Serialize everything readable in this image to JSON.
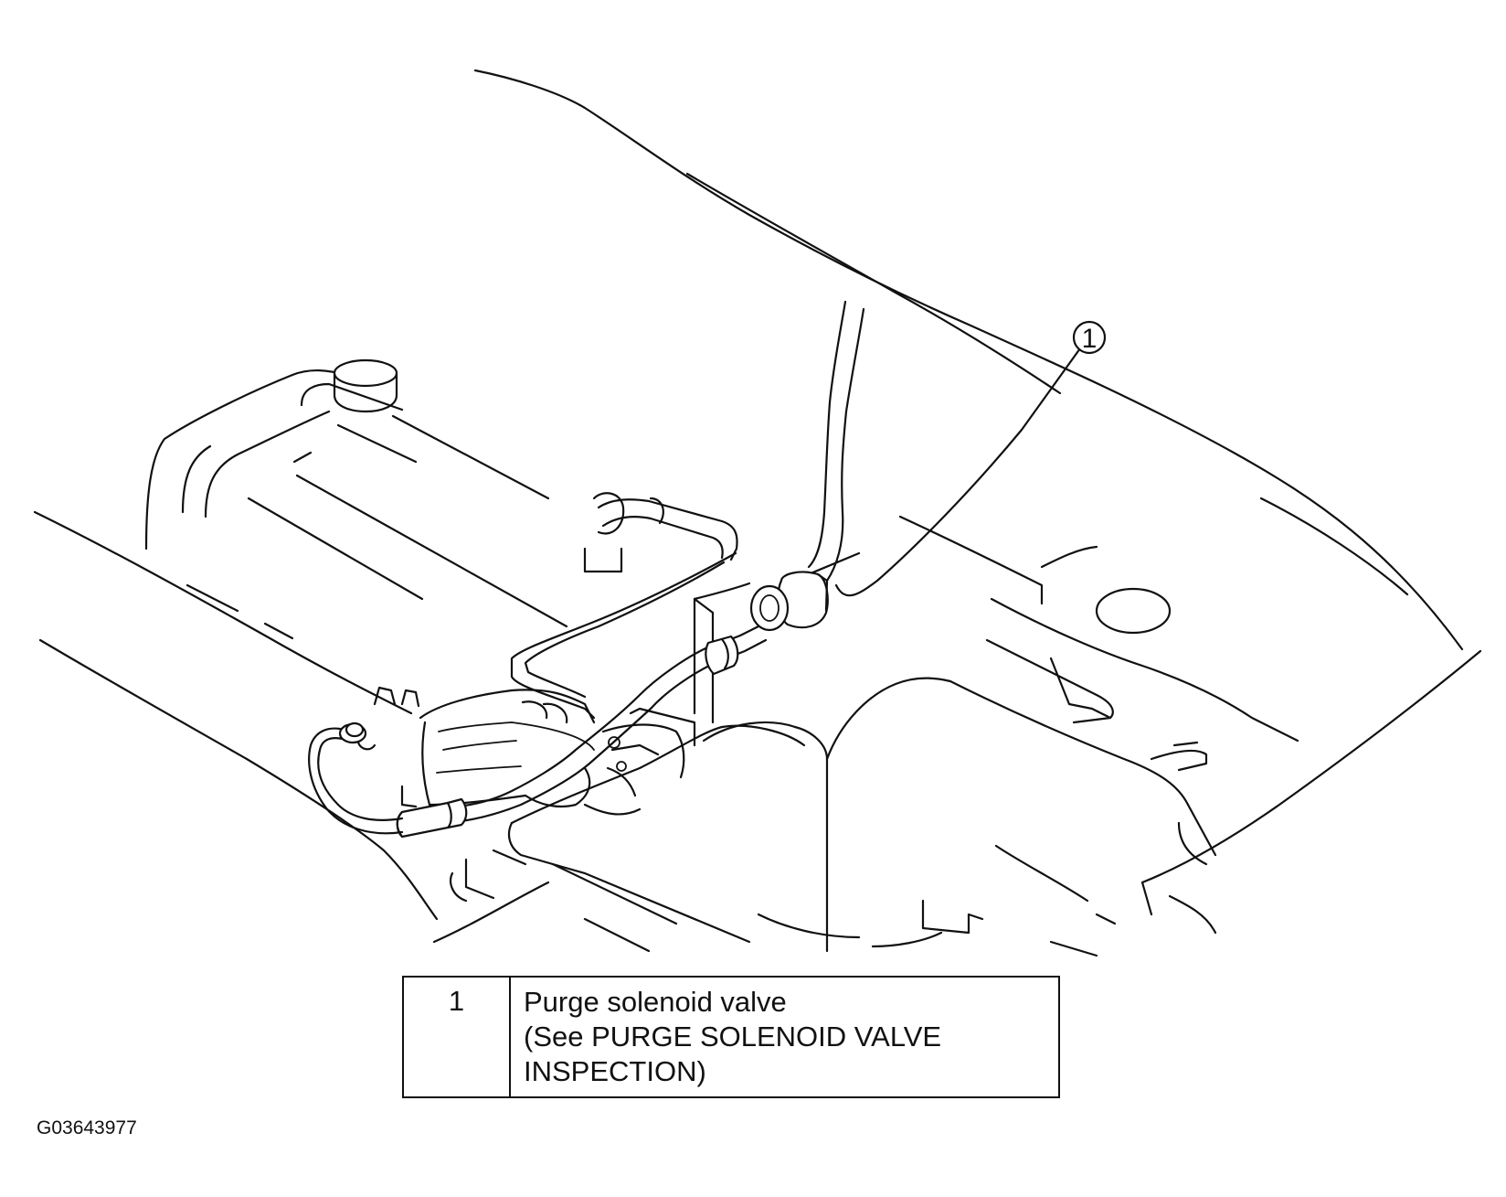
{
  "callout": {
    "number": "1"
  },
  "legend": {
    "number": "1",
    "lines": [
      "Purge solenoid valve",
      "(See PURGE SOLENOID VALVE",
      "INSPECTION)"
    ]
  },
  "figure_id": "G03643977"
}
